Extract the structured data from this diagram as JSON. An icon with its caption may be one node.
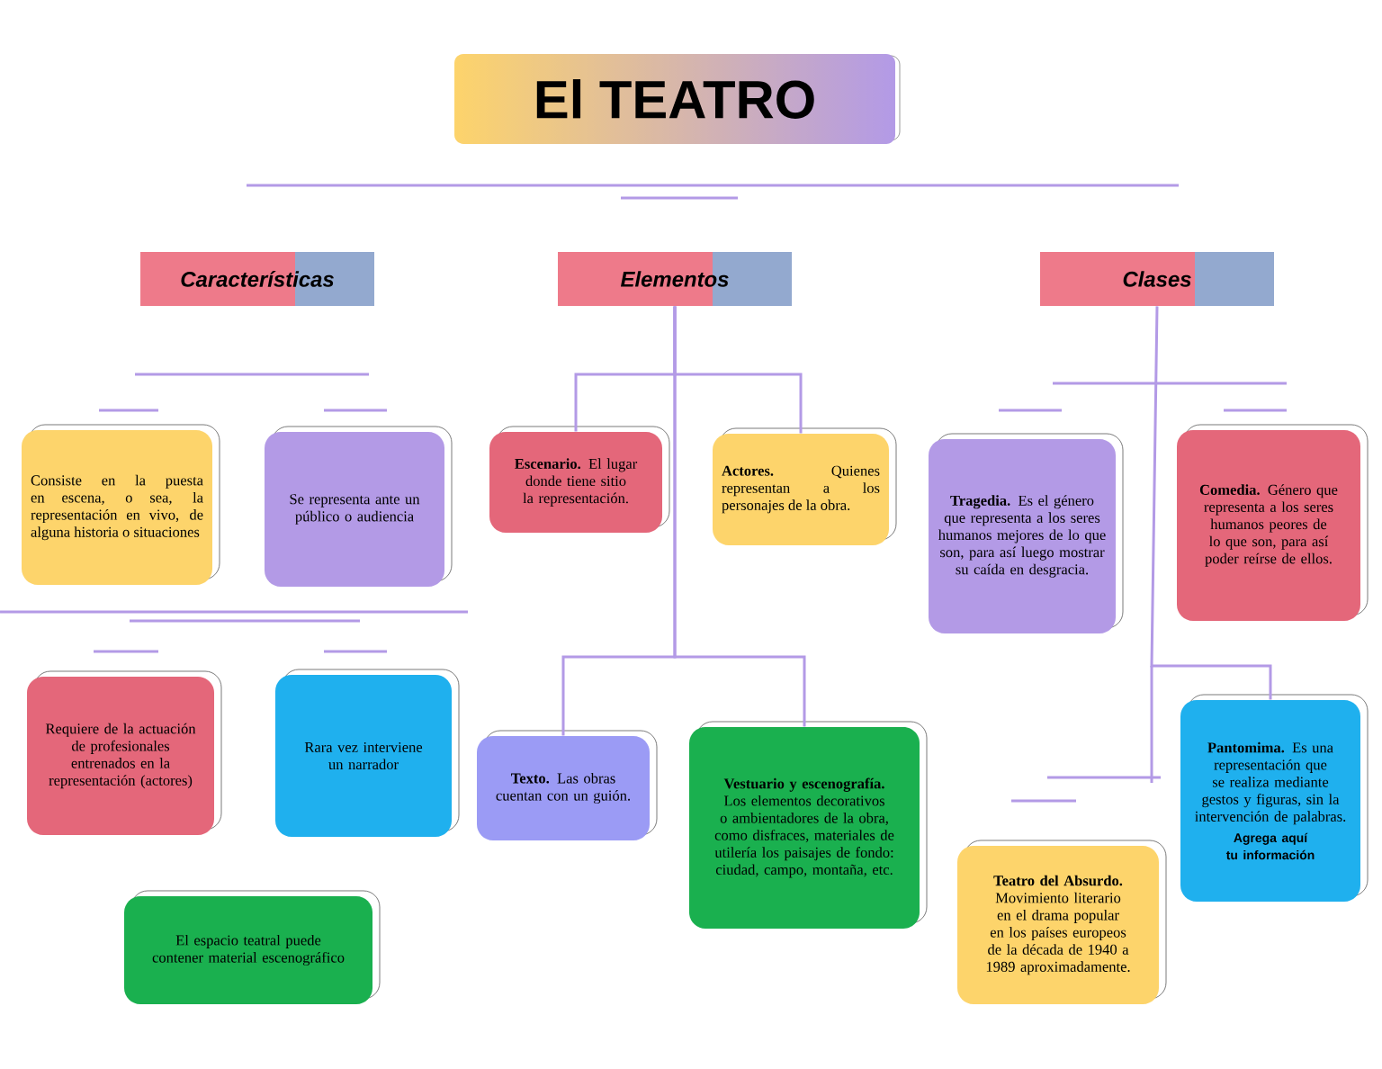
{
  "diagram": {
    "title": "El TEATRO",
    "nodes": [
      {
        "text": [
          "Características"
        ]
      },
      {
        "text": [
          "Elementos"
        ]
      },
      {
        "text": [
          "Clases"
        ]
      },
      {
        "text": [
          "Consiste en la puesta en escena, o sea, la representación en vivo, de alguna historia o situaciones"
        ]
      },
      {
        "text": [
          "Se representa ante un público o audiencia"
        ]
      },
      {
        "text": [
          "Requiere de la actuación de profesionales entrenados en la representación (actores)"
        ]
      },
      {
        "text": [
          "Rara vez interviene un narrador"
        ]
      },
      {
        "text": [
          "El espacio teatral puede contener material escenográfico"
        ]
      },
      {
        "text": [
          "**Escenario.** El lugar donde tiene sitio la representación."
        ]
      },
      {
        "text": [
          "**Actores.** Quienes representan a los personajes de la obra."
        ]
      },
      {
        "text": [
          "**Texto.** Las obras cuentan con un guión."
        ]
      },
      {
        "text": [
          "**Vestuario y escenografía.** Los elementos decorativos o ambientadores de la obra, como disfraces, materiales de utilería los paisajes de fondo: ciudad, campo, montaña, etc."
        ]
      },
      {
        "text": [
          "**Tragedia.** Es el género que representa a los seres humanos mejores de lo que son, para así luego mostrar su caída en desgracia."
        ]
      },
      {
        "text": [
          "**Comedia.** Género que representa a los seres humanos peores de lo que son, para así poder reírse de ellos."
        ]
      },
      {
        "text": [
          "**Pantomima.** Es una representación que se realiza mediante gestos y figuras, sin la intervención de palabras.",
          "Agrega aquí tu información"
        ]
      },
      {
        "text": [
          "**Teatro del Absurdo.** Movimiento literario en el drama popular en los países europeos de la década de 1940 a 1989 aproximadamente."
        ]
      }
    ],
    "edges": [
      {
        "from": 1,
        "to": 8,
        "arrow": "none"
      },
      {
        "from": 1,
        "to": 9,
        "arrow": "none"
      },
      {
        "from": 1,
        "to": 10,
        "arrow": "none"
      },
      {
        "from": 1,
        "to": 11,
        "arrow": "none"
      },
      {
        "from": 2,
        "to": 14,
        "arrow": "none"
      }
    ]
  }
}
